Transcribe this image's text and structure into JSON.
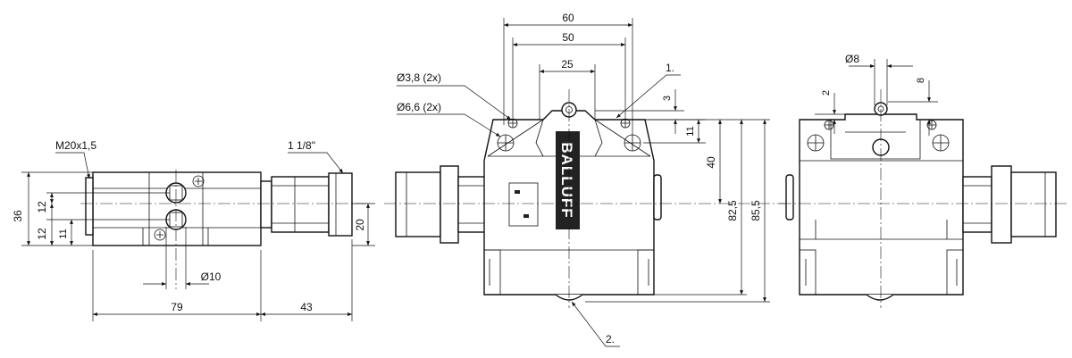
{
  "side_view": {
    "thread_label": "M20x1,5",
    "conduit_label": "1 1/8\"",
    "dim_height": "36",
    "dim_12_upper": "12",
    "dim_12_lower": "12",
    "dim_11": "11",
    "dim_20": "20",
    "dim_diameter_10": "Ø10",
    "dim_79": "79",
    "dim_43": "43"
  },
  "front_view": {
    "dim_60": "60",
    "dim_50": "50",
    "dim_25": "25",
    "hole_small_label": "Ø3,8 (2x)",
    "hole_large_label": "Ø6,6 (2x)",
    "callout_1": "1.",
    "callout_2": "2.",
    "dim_3": "3",
    "dim_11": "11",
    "dim_40": "40",
    "dim_82_5": "82,5",
    "dim_85_5": "85,5",
    "brand": "BALLUFF"
  },
  "rear_view": {
    "dim_diameter_8": "Ø8",
    "dim_2": "2",
    "dim_8": "8"
  }
}
